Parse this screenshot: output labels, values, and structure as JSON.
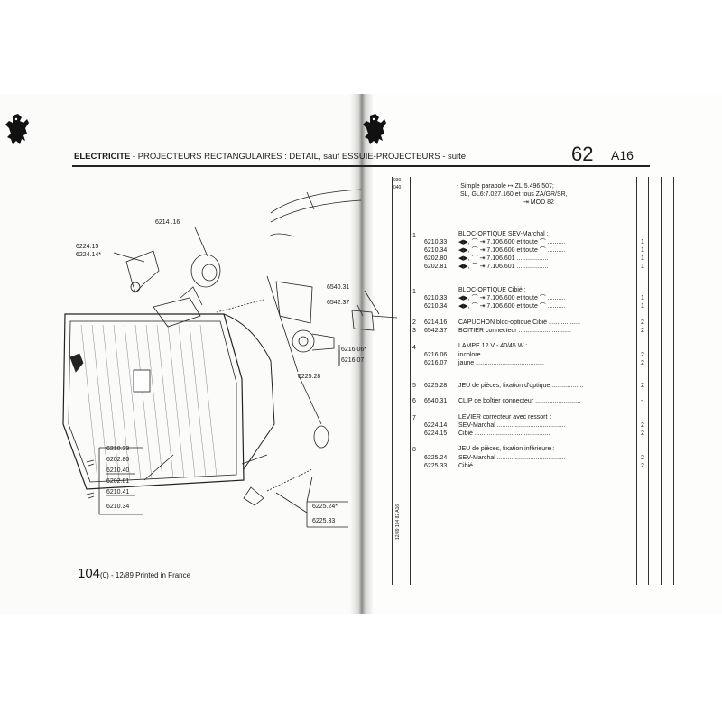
{
  "header": {
    "section": "ELECTRICITE",
    "subtitle": "- PROJECTEURS RECTANGULAIRES : DETAIL, sauf ESSUIE-PROJECTEURS - suite",
    "group_number": "62",
    "group_code": "A16"
  },
  "footer": {
    "page_number": "104",
    "rest": "(0) - 12/89 Printed in France"
  },
  "column_codes": {
    "top": "030",
    "second": "040",
    "vertical": "12/89  104    82 A16"
  },
  "intro": {
    "line1": "- Simple parabole ↦ ZL:5.496.507;",
    "line2": "SL, GL6:7.027.160 et tous ZA/GR/SR,",
    "line3": "⇥ MOD 82"
  },
  "items": [
    {
      "no": "1",
      "title": "BLOC-OPTIQUE SEV-Marchal :",
      "rows": [
        {
          "ref": "6210.33",
          "desc": "◀▶, ⌒ ⇥ 7.106.600 et toute ⌒ ..........",
          "qty": "1"
        },
        {
          "ref": "6210.34",
          "desc": "◀▶, ⌒ ⇥ 7.106.600 et toute ⌒ ..........",
          "qty": "1"
        },
        {
          "ref": "6202.80",
          "desc": "◀▶, ⌒ ⇥ 7.106.601 ..................",
          "qty": "1"
        },
        {
          "ref": "6202.81",
          "desc": "◀▶, ⌒ ⇥ 7.106.601 ..................",
          "qty": "1"
        }
      ]
    },
    {
      "no": "1",
      "title": "BLOC-OPTIQUE Cibié :",
      "rows": [
        {
          "ref": "6210.33",
          "desc": "◀▶, ⌒ ⇥ 7.106.600 et toute ⌒ ..........",
          "qty": "1"
        },
        {
          "ref": "6210.34",
          "desc": "◀▶, ⌒ ⇥ 7.106.600 et toute ⌒ ..........",
          "qty": "1"
        }
      ]
    },
    {
      "no": "2",
      "ref": "6214.16",
      "desc": "CAPUCHON bloc-optique Cibié ..................",
      "qty": "2"
    },
    {
      "no": "3",
      "ref": "6542.37",
      "desc": "BOITIER connecteur ..............................",
      "qty": "2"
    },
    {
      "no": "4",
      "title": "LAMPE 12 V - 40/45 W :",
      "rows": [
        {
          "ref": "6216.06",
          "desc": "incolore ....................................",
          "qty": "2"
        },
        {
          "ref": "6216.07",
          "desc": "jaune .......................................",
          "qty": "2"
        }
      ]
    },
    {
      "no": "5",
      "ref": "6225.28",
      "desc": "JEU de pièces, fixation d'optique ..................",
      "qty": "2"
    },
    {
      "no": "6",
      "ref": "6540.31",
      "desc": "CLIP de boîtier connecteur ..........................",
      "qty": "-"
    },
    {
      "no": "7",
      "title": "LEVIER correcteur avec ressort :",
      "rows": [
        {
          "ref": "6224.14",
          "desc": "SEV-Marchal .......................................",
          "qty": "2"
        },
        {
          "ref": "6224.15",
          "desc": "Cibié ...........................................",
          "qty": "2"
        }
      ]
    },
    {
      "no": "8",
      "title": "JEU de pièces, fixation inférieure :",
      "rows": [
        {
          "ref": "6225.24",
          "desc": "SEV-Marchal .......................................",
          "qty": "2"
        },
        {
          "ref": "6225.33",
          "desc": "Cibié ...........................................",
          "qty": "2"
        }
      ]
    }
  ],
  "callouts": {
    "c6214_16": "6214 .16",
    "c6224_15": "6224.15",
    "c6224_14": "6224.14*",
    "c6540_31": "6540.31",
    "c6542_37": "6542.37",
    "c6216_06": "6216.06*",
    "c6216_07": "6216.07",
    "c6225_28": "6225.28",
    "g1": "6210.33",
    "g2": "6202.80",
    "g3": "6210.40",
    "g4": "6202.81",
    "g5": "6210.41",
    "g6": "6210.34",
    "c6225_24": "6225.24*",
    "c6225_33": "6225.33"
  }
}
